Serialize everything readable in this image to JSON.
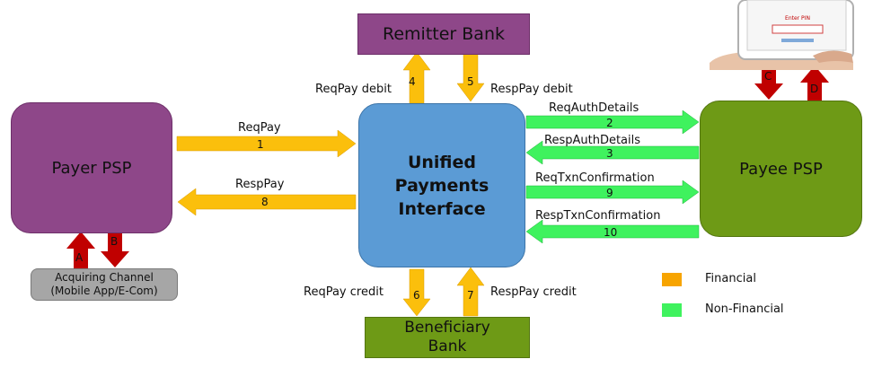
{
  "nodes": {
    "remitter_bank": "Remitter Bank",
    "payer_psp": "Payer PSP",
    "upi_line1": "Unified",
    "upi_line2": "Payments",
    "upi_line3": "Interface",
    "payee_psp": "Payee PSP",
    "beneficiary_line1": "Beneficiary",
    "beneficiary_line2": "Bank",
    "acquiring_line1": "Acquiring Channel",
    "acquiring_line2": "(Mobile App/E-Com)"
  },
  "flows": {
    "reqpay": "ReqPay",
    "reqpay_num": "1",
    "resppay": "RespPay",
    "resppay_num": "8",
    "reqpay_debit": "ReqPay debit",
    "reqpay_debit_num": "4",
    "resppay_debit": "RespPay debit",
    "resppay_debit_num": "5",
    "reqpay_credit": "ReqPay credit",
    "reqpay_credit_num": "6",
    "resppay_credit": "RespPay credit",
    "resppay_credit_num": "7",
    "req_auth": "ReqAuthDetails",
    "req_auth_num": "2",
    "resp_auth": "RespAuthDetails",
    "resp_auth_num": "3",
    "req_txn": "ReqTxnConfirmation",
    "req_txn_num": "9",
    "resp_txn": "RespTxnConfirmation",
    "resp_txn_num": "10",
    "acq_up": "A",
    "acq_down": "B",
    "phone_down": "C",
    "phone_up": "D"
  },
  "phone_screen": {
    "line1": "Enter PIN"
  },
  "legend": {
    "financial": "Financial",
    "non_financial": "Non-Financial"
  },
  "colors": {
    "financial": "#fbbf0c",
    "non_financial": "#3ff25e",
    "purple": "#8e4789",
    "blue": "#5b9bd5",
    "green": "#6e9a16",
    "red": "#c00000",
    "gray": "#a6a6a6"
  }
}
